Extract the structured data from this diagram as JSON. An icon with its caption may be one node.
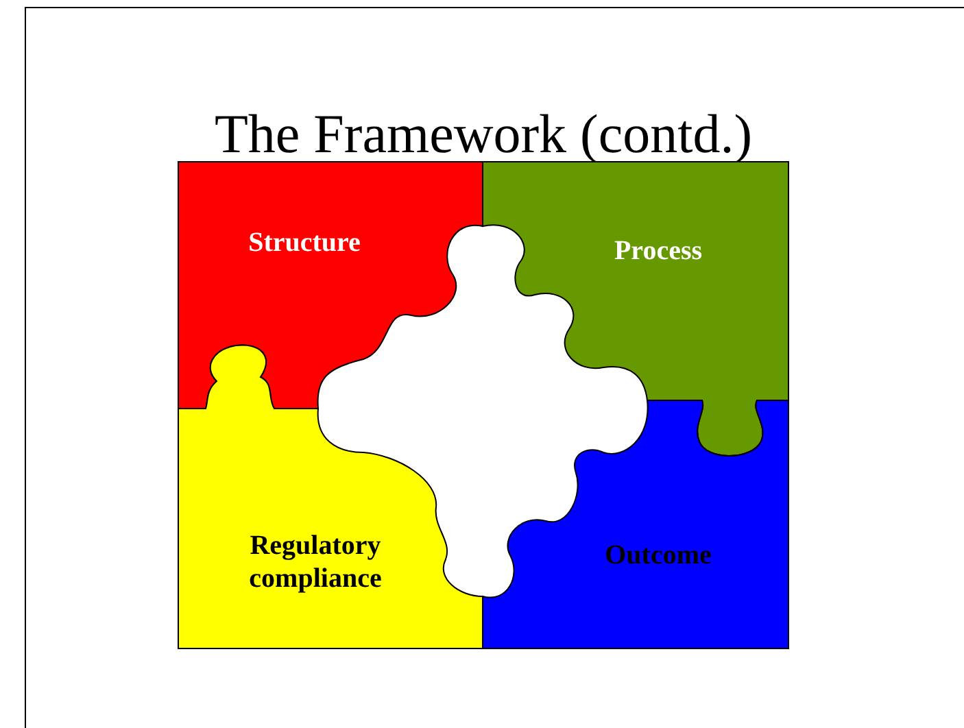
{
  "diagram": {
    "title": "The Framework (contd.)",
    "nodes": [
      {
        "text": [
          "Structure"
        ]
      },
      {
        "text": [
          "Process"
        ]
      },
      {
        "text": [
          "Regulatory compliance"
        ]
      },
      {
        "text": [
          "Outcome"
        ]
      }
    ],
    "edges": []
  }
}
